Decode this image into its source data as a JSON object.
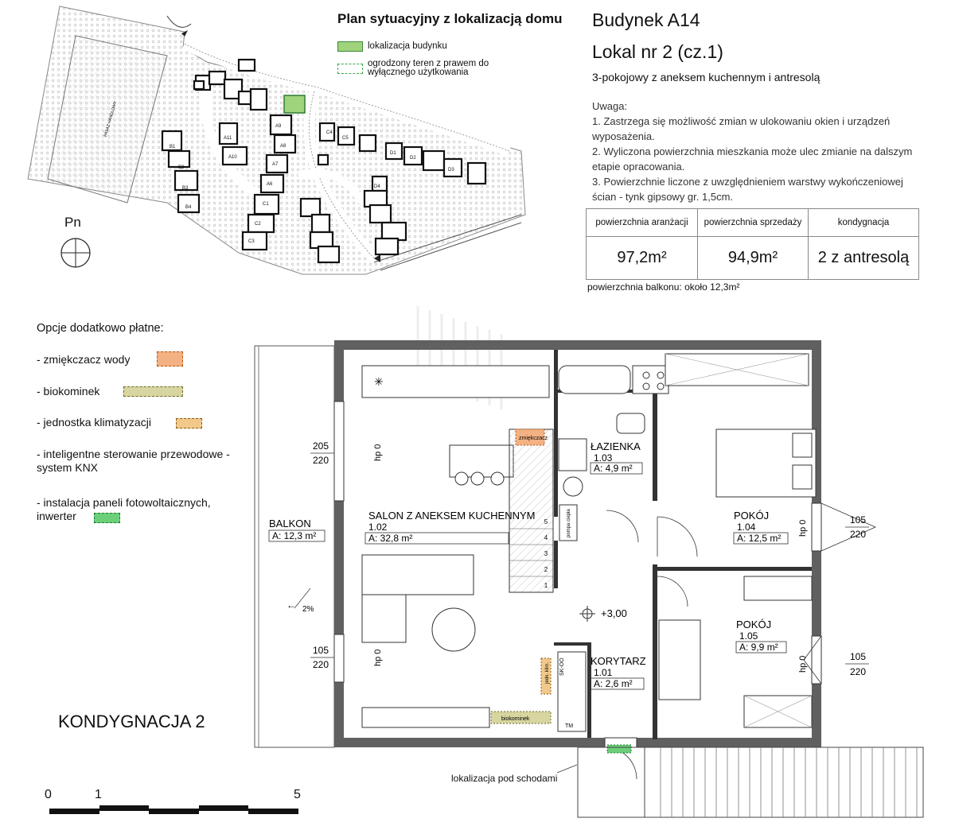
{
  "site_plan": {
    "title": "Plan sytuacyjny z lokalizacją domu",
    "legend": [
      {
        "label": "lokalizacja budynku",
        "color": "#9fd37c"
      },
      {
        "label_line1": "ogrodzony teren z prawem do",
        "label_line2": "wyłącznego użytkowania",
        "color": "#35a84a"
      }
    ],
    "commercial_label": "PASAŻ HANDLOWY",
    "compass": "Pn",
    "house_labels": [
      "B1",
      "B2",
      "B3",
      "B4",
      "A11",
      "A10",
      "A9",
      "A8",
      "A7",
      "A6",
      "C1",
      "C2",
      "C3",
      "C4",
      "C5",
      "D1",
      "D2",
      "D3",
      "D4"
    ]
  },
  "header": {
    "building": "Budynek  A14",
    "unit": "Lokal nr  2  (cz.1)",
    "description": "3-pokojowy z aneksem kuchennym i antresolą"
  },
  "notes": {
    "title": "Uwaga:",
    "lines": [
      "1. Zastrzega się możliwość zmian w ulokowaniu okien i urządzeń",
      "wyposażenia.",
      "2. Wyliczona powierzchnia mieszkania może ulec zmianie na dalszym",
      "etapie opracowania.",
      "3. Powierzchnie liczone z uwzględnieniem warstwy wykończeniowej",
      "ścian - tynk gipsowy gr. 1,5cm."
    ]
  },
  "area_table": {
    "headers": [
      "powierzchnia aranżacji",
      "powierzchnia sprzedaży",
      "kondygnacja"
    ],
    "values": [
      "97,2m²",
      "94,9m²",
      "2 z antresolą"
    ]
  },
  "balcony_area": "powierzchnia balkonu: około 12,3m²",
  "options": {
    "title": "Opcje dodatkowo płatne:",
    "items": [
      {
        "label": "- zmiękczacz wody",
        "color": "#f4b183"
      },
      {
        "label": "- biokominek",
        "color": "#d8d6a0"
      },
      {
        "label": "- jednostka klimatyzacji",
        "color": "#f2c98a"
      },
      {
        "label_line1": "- inteligentne sterowanie przewodowe -",
        "label_line2": "system KNX"
      },
      {
        "label_line1": "- instalacja paneli fotowoltaicznych,",
        "label_line2": "inwerter",
        "color": "#6ccf7a"
      }
    ]
  },
  "plan": {
    "level": "KONDYGNACJA 2",
    "rooms": [
      {
        "name": "SALON Z ANEKSEM KUCHENNYM",
        "number": "1.02",
        "area": "A: 32,8 m²"
      },
      {
        "name": "ŁAZIENKA",
        "number": "1.03",
        "area": "A: 4,9 m²"
      },
      {
        "name": "POKÓJ",
        "number": "1.04",
        "area": "A: 12,5 m²"
      },
      {
        "name": "POKÓJ",
        "number": "1.05",
        "area": "A: 9,9 m²"
      },
      {
        "name": "KORYTARZ",
        "number": "1.01",
        "area": "A: 2,6 m²"
      }
    ],
    "balcony": {
      "name": "BALKON",
      "area": "A: 12,3 m²",
      "slope": "2%"
    },
    "elevation": "+3,00",
    "windows": [
      {
        "top": "205",
        "bottom": "220",
        "sill": "hp 0"
      },
      {
        "top": "105",
        "bottom": "220",
        "sill": "hp 0"
      },
      {
        "top": "105",
        "bottom": "220",
        "sill": "hp 0"
      },
      {
        "top": "105",
        "bottom": "220",
        "sill": "hp 0"
      }
    ],
    "equipment": {
      "softener": "zmiękczacz",
      "biofireplace": "biokominek",
      "heat_pump": "pompa ciepła",
      "ac": "jedn. klim.",
      "ski": "SK-OO",
      "tm": "TM"
    },
    "stair_numbers": [
      "1",
      "2",
      "3",
      "4",
      "5"
    ],
    "under_stairs": "lokalizacja pod schodami"
  },
  "scale": {
    "labels": [
      "0",
      "1",
      "5"
    ]
  }
}
